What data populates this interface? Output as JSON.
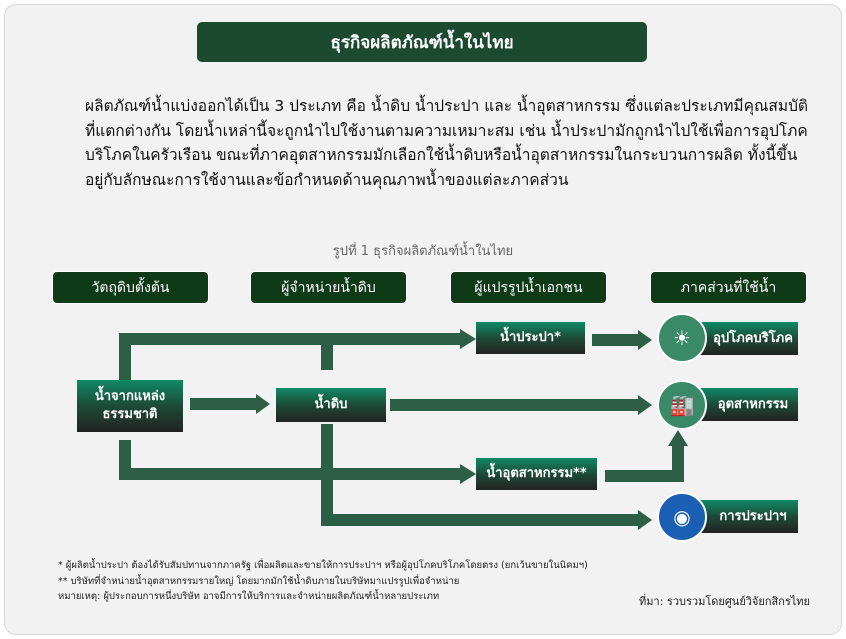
{
  "title": "ธุรกิจผลิตภัณฑ์น้ำในไทย",
  "paragraph": "ผลิตภัณฑ์น้ำแบ่งออกได้เป็น 3 ประเภท คือ น้ำดิบ น้ำประปา และ น้ำอุตสาหกรรม ซึ่งแต่ละประเภทมีคุณสมบัติที่แตกต่างกัน โดยน้ำเหล่านี้จะถูกนำไปใช้งานตามความเหมาะสม เช่น น้ำประปามักถูกนำไปใช้เพื่อการอุปโภคบริโภคในครัวเรือน ขณะที่ภาคอุตสาหกรรมมักเลือกใช้น้ำดิบหรือน้ำอุตสาหกรรมในกระบวนการผลิต ทั้งนี้ขึ้นอยู่กับลักษณะการใช้งานและข้อกำหนดด้านคุณภาพน้ำของแต่ละภาคส่วน",
  "caption": "รูปที่ 1 ธุรกิจผลิตภัณฑ์น้ำในไทย",
  "headers": [
    "วัตถุดิบตั้งต้น",
    "ผู้จำหน่ายน้ำดิบ",
    "ผู้แปรรูปน้ำเอกชน",
    "ภาคส่วนที่ใช้น้ำ"
  ],
  "nodes": {
    "source": "น้ำจากแหล่ง ธรรมชาติ",
    "raw": "น้ำดิบ",
    "tap": "น้ำประปา*",
    "industrial_water": "น้ำอุตสาหกรรม**",
    "consumer": "อุปโภคบริโภค",
    "industry": "อุตสาหกรรม",
    "pwa": "การประปาฯ"
  },
  "notes": [
    "* ผู้ผลิตน้ำประปา ต้องได้รับสัมปทานจากภาครัฐ เพื่อผลิตและขายให้การประปาฯ หรือผู้อุปโภคบริโภคโดยตรง (ยกเว้นขายในนิคมฯ)",
    "** บริษัทที่จำหน่ายน้ำอุตสาหกรรมรายใหญ่ โดยมากมักใช้น้ำดิบภายในบริษัทมาแปรรูปเพื่อจำหน่าย",
    "หมายเหตุ: ผู้ประกอบการหนึ่งบริษัท อาจมีการให้บริการและจำหน่ายผลิตภัณฑ์น้ำหลายประเภท"
  ],
  "source": "ที่มา: รวบรวมโดยศูนย์วิจัยกสิกรไทย",
  "colors": {
    "header": "#0f3a17",
    "arrow": "#2d5e48",
    "title": "#1c4a30"
  }
}
